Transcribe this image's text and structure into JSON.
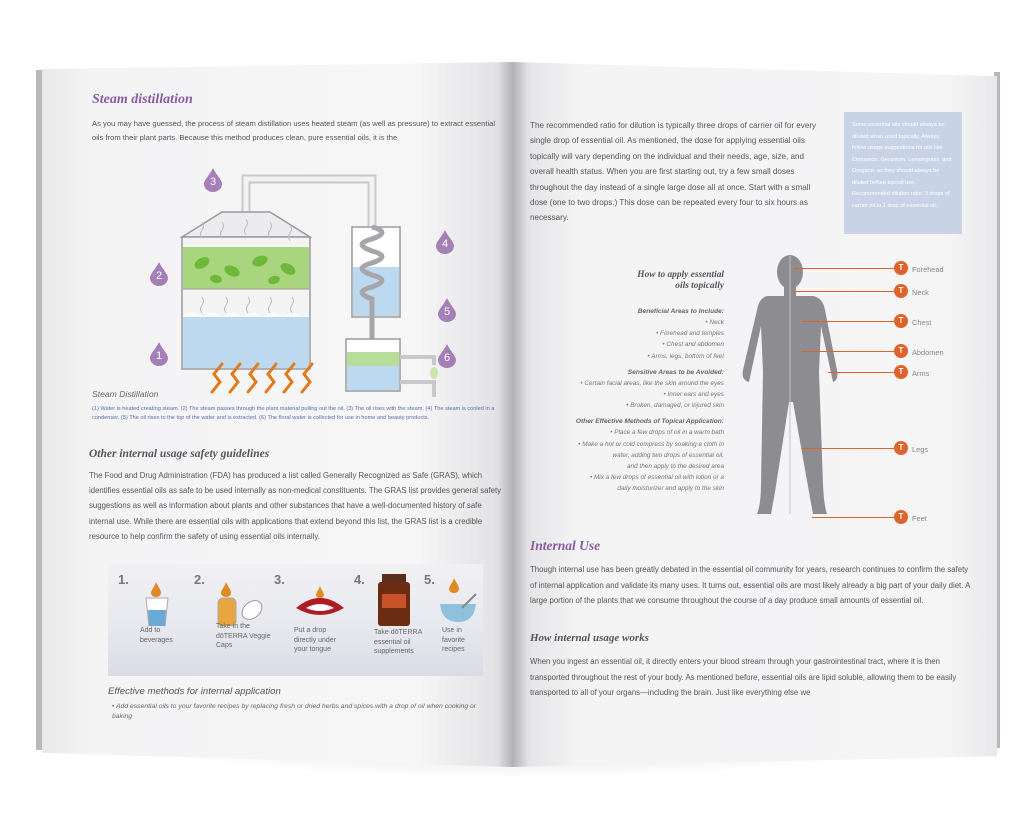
{
  "left_page": {
    "steam_title": "Steam distillation",
    "steam_intro": "As you may have guessed, the process of steam distillation uses heated steam (as well as pressure) to extract essential oils from their plant parts. Because this method produces clean, pure essential oils, it is the",
    "diagram": {
      "numbers": [
        "1",
        "2",
        "3",
        "4",
        "5",
        "6"
      ],
      "caption_title": "Steam Distillation",
      "caption_text": "(1) Water is heated creating steam. (2) The steam passes through the plant material pulling out the oil. (3) The oil rises with the steam. (4) The steam is cooled in a condenser. (5) The oil rises to the top of the water and is extracted. (6) The floral water is collected for use in home and beauty products."
    },
    "guidelines_title": "Other internal usage safety guidelines",
    "guidelines_body": "The Food and Drug Administration (FDA) has produced a list called Generally Recognized as Safe (GRAS), which identifies essential oils as safe to be used internally as non-medical constituents. The GRAS list provides general safety suggestions as well as information about plants and other substances that have a well-documented history of safe internal use. While there are essential oils with applications that extend beyond this list, the GRAS list is a credible resource to help confirm the safety of using essential oils internally.",
    "steps": [
      {
        "num": "1.",
        "text": "Add to beverages"
      },
      {
        "num": "2.",
        "text": "Take in the dōTERRA Veggie Caps"
      },
      {
        "num": "3.",
        "text": "Put a drop directly under your tongue"
      },
      {
        "num": "4.",
        "text": "Take dōTERRA essential oil supplements"
      },
      {
        "num": "5.",
        "text": "Use in favorite recipes"
      }
    ],
    "methods_title": "Effective methods for internal application",
    "methods_bullet": "• Add essential oils to your favorite recipes by replacing fresh or dried herbs and spices with a drop of oil when cooking or baking"
  },
  "right_page": {
    "dilution_text": "The recommended ratio for dilution is typically three drops of carrier oil for every single drop of essential oil. As mentioned, the dose for applying essential oils topically will vary depending on the individual and their needs, age, size, and overall health status. When you are first starting out, try a few small doses throughout the day instead of a single large dose all at once. Start with a small dose (one to two drops.) This dose can be repeated every four to six hours as necessary.",
    "tip_box": "Some essential oils should always be diluted when used topically. Always follow usage suggestions for oils like Cinnamon, Geranium, Lemongrass, and Oregano, as they should always be diluted before topical use. Recommended dilution ratio: 3 drops of carrier oil to 1 drop of essential oil.",
    "apply_title_line1": "How to apply essential",
    "apply_title_line2": "oils topically",
    "beneficial_head": "Beneficial Areas to Include:",
    "beneficial": [
      "• Neck",
      "• Forehead and temples",
      "• Chest and abdomen",
      "• Arms, legs, bottom of feet"
    ],
    "sensitive_head": "Sensitive Areas to be Avoided:",
    "sensitive": [
      "• Certain facial areas, like the skin around the eyes",
      "• Inner ears and eyes",
      "• Broken, damaged, or injured skin"
    ],
    "other_head": "Other Effective Methods of Topical Application:",
    "other": [
      "• Place a few drops of oil in a warm bath",
      "• Make a hot or cold compress by soaking a cloth in",
      "water, adding two drops of essential oil,",
      "and then apply to the desired area",
      "• Mix a few drops of essential oil with lotion or a",
      "daily moisturizer and apply to the skin"
    ],
    "body_marker": "T",
    "body_labels": [
      "Forehead",
      "Neck",
      "Chest",
      "Abdomen",
      "Arms",
      "Legs",
      "Feet"
    ],
    "internal_title": "Internal Use",
    "internal_body": "Though internal use has been greatly debated in the essential oil community for years, research continues to confirm the safety of internal application and validate its many uses. It turns out, essential oils are most likely already a big part of your daily diet. A large portion of the plants that we consume throughout the course of a day produce small amounts of essential oil.",
    "how_title": "How internal usage works",
    "how_body": "When you ingest an essential oil, it directly enters your blood stream through your gastrointestinal tract, where it is then transported throughout the rest of your body. As mentioned before, essential oils are lipid soluble, allowing them to be easily transported to all of your organs—including the brain. Just like everything else we"
  },
  "colors": {
    "purple": "#8a5aa0",
    "marker": "#e0622b",
    "water": "#6aa9d6",
    "leaf": "#6eb83a",
    "flame": "#e07a1c"
  }
}
